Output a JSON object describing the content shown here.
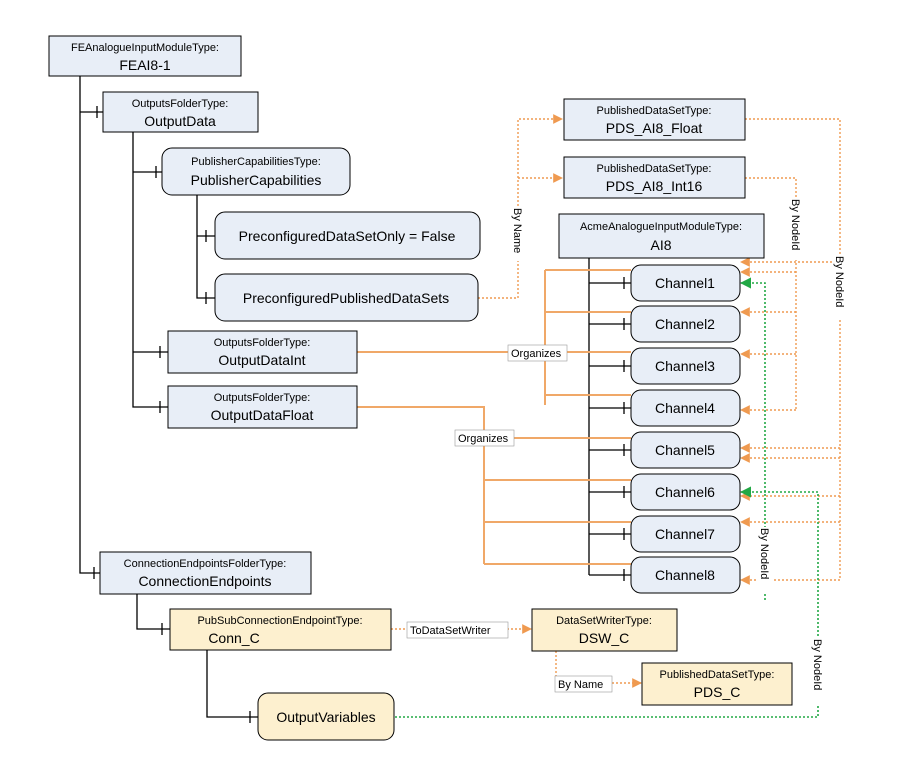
{
  "nodes": {
    "feai": {
      "type": "FEAnalogueInputModuleType:",
      "name": "FEAI8-1"
    },
    "outputdata": {
      "type": "OutputsFolderType:",
      "name": "OutputData"
    },
    "pubcap": {
      "type": "PublisherCapabilitiesType:",
      "name": "PublisherCapabilities"
    },
    "preconf_only": {
      "name": "PreconfiguredDataSetOnly = False"
    },
    "preconf_pds": {
      "name": "PreconfiguredPublishedDataSets"
    },
    "outputdataint": {
      "type": "OutputsFolderType:",
      "name": "OutputDataInt"
    },
    "outputdatafloat": {
      "type": "OutputsFolderType:",
      "name": "OutputDataFloat"
    },
    "pds_float": {
      "type": "PublishedDataSetType:",
      "name": "PDS_AI8_Float"
    },
    "pds_int16": {
      "type": "PublishedDataSetType:",
      "name": "PDS_AI8_Int16"
    },
    "acme": {
      "type": "AcmeAnalogueInputModuleType:",
      "name": "AI8"
    },
    "channels": [
      "Channel1",
      "Channel2",
      "Channel3",
      "Channel4",
      "Channel5",
      "Channel6",
      "Channel7",
      "Channel8"
    ],
    "connendpoints": {
      "type": "ConnectionEndpointsFolderType:",
      "name": "ConnectionEndpoints"
    },
    "conn_c": {
      "type": "PubSubConnectionEndpointType:",
      "name": "Conn_C"
    },
    "dsw_c": {
      "type": "DataSetWriterType:",
      "name": "DSW_C"
    },
    "pds_c": {
      "type": "PublishedDataSetType:",
      "name": "PDS_C"
    },
    "outputvariables": {
      "name": "OutputVariables"
    }
  },
  "labels": {
    "by_name_vertical": "By Name",
    "by_nodeid_1": "By NodeId",
    "by_nodeid_2": "By NodeId",
    "organizes_1": "Organizes",
    "organizes_2": "Organizes",
    "todatasetwriter": "ToDataSetWriter",
    "by_name_horizontal": "By Name",
    "by_nodeid_3": "By NodeId",
    "by_nodeid_4": "By NodeId"
  },
  "colors": {
    "blue_box": "#e8eef7",
    "yellow_box": "#fdf0cf",
    "organizes_line": "#f0a868",
    "reference_orange": "#ef9a50",
    "reference_green": "#22a845"
  }
}
